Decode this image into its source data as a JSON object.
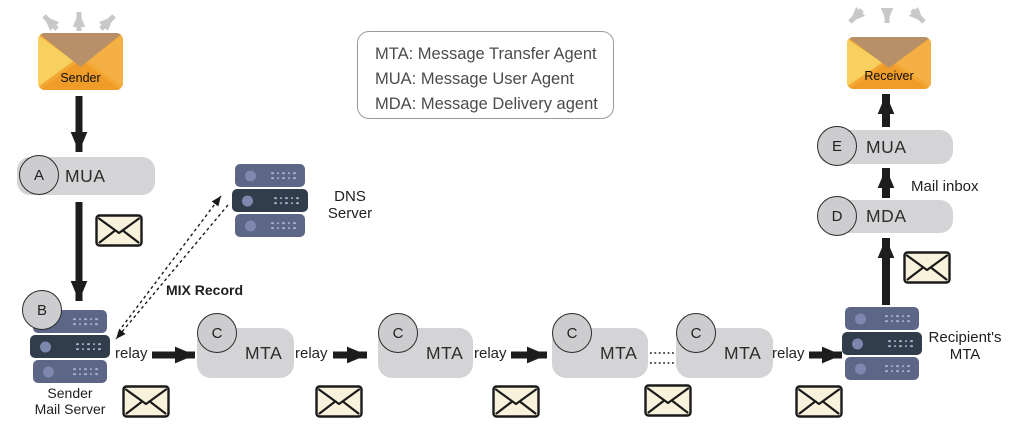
{
  "colors": {
    "env_base": "#F3A833",
    "env_left": "#F8D05F",
    "env_right": "#F4B045",
    "env_bottom": "#EF9D28",
    "env_flap": "#B7906A",
    "mail_fill": "#F8F1DB",
    "mail_stroke": "#1A1A1A",
    "server_unit": "#5E6687",
    "server_unit_dark": "#323D4B",
    "server_circle": "#7E88AE",
    "server_dot": "#AAB2CF",
    "pill_fill": "#D4D4D6",
    "badge_fill": "#CDCDD0",
    "badge_stroke": "#2B2B2B",
    "arrow_black": "#1D1D1D",
    "arrow_gray": "#C8C8C8",
    "legend_border": "#9B9B9B",
    "text_dark": "#1E1E1E",
    "text_mid": "#4B4B4B"
  },
  "legend": {
    "lines": [
      "MTA: Message Transfer Agent",
      "MUA: Message User Agent",
      "MDA: Message Delivery agent"
    ]
  },
  "sender": {
    "label": "Sender"
  },
  "receiver": {
    "label": "Receiver"
  },
  "left_flow": {
    "mua": {
      "letter": "A",
      "label": "MUA"
    },
    "mail_server": {
      "letter": "B",
      "caption_line1": "Sender",
      "caption_line2": "Mail Server"
    }
  },
  "dns": {
    "caption_line1": "DNS",
    "caption_line2": "Server",
    "mix_record_label": "MIX Record"
  },
  "chain": {
    "relays": [
      "relay",
      "relay",
      "relay",
      "relay"
    ],
    "mtas": [
      {
        "letter": "C",
        "label": "MTA"
      },
      {
        "letter": "C",
        "label": "MTA"
      },
      {
        "letter": "C",
        "label": "MTA"
      },
      {
        "letter": "C",
        "label": "MTA"
      }
    ]
  },
  "right_flow": {
    "recipient_server": {
      "caption_line1": "Recipient's",
      "caption_line2": "MTA"
    },
    "mda": {
      "letter": "D",
      "label": "MDA"
    },
    "mua": {
      "letter": "E",
      "label": "MUA"
    },
    "mail_inbox_label": "Mail inbox"
  }
}
